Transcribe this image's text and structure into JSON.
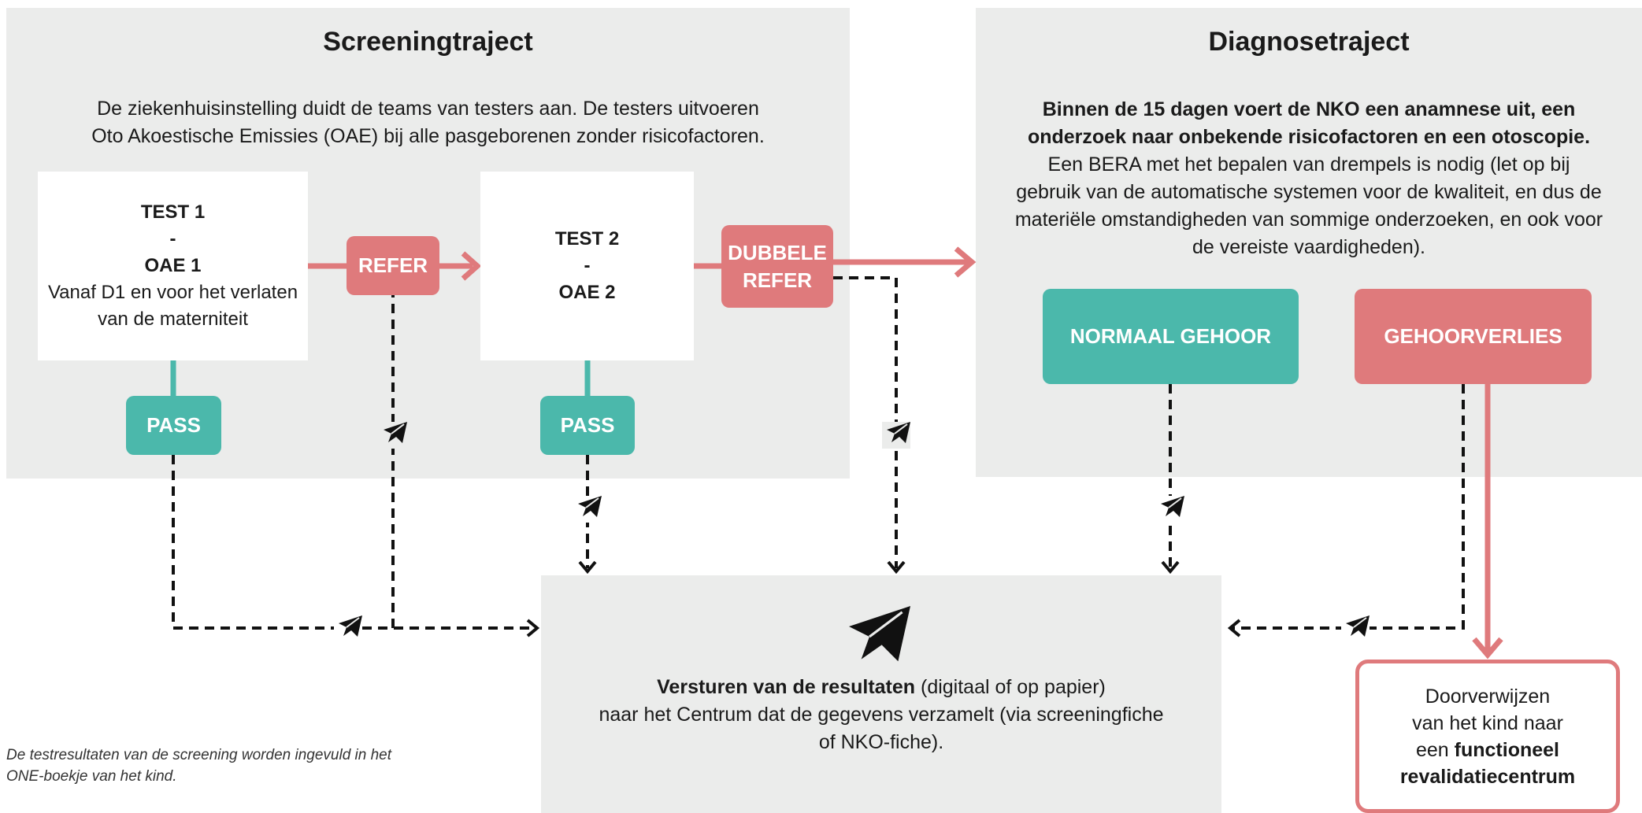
{
  "screening": {
    "title": "Screeningtraject",
    "intro_line1": "De ziekenhuisinstelling duidt de teams van testers aan. De testers uitvoeren",
    "intro_line2": "Oto Akoestische Emissies (OAE) bij alle pasgeborenen zonder risicofactoren.",
    "test1": {
      "line1": "TEST 1",
      "line2": "-",
      "line3": "OAE 1",
      "desc1": "Vanaf D1 en voor het verlaten",
      "desc2": "van de materniteit"
    },
    "test2": {
      "line1": "TEST 2",
      "line2": "-",
      "line3": "OAE 2"
    },
    "pass1": "PASS",
    "pass2": "PASS",
    "refer": "REFER",
    "dubbele_refer_1": "DUBBELE",
    "dubbele_refer_2": "REFER"
  },
  "diagnose": {
    "title": "Diagnosetraject",
    "bold1": "Binnen de 15 dagen voert de NKO een anamnese uit, een",
    "bold2": "onderzoek naar onbekende risicofactoren en een otoscopie.",
    "text1": "Een BERA met het bepalen van drempels is nodig (let op bij",
    "text2": "gebruik van de automatische systemen voor de kwaliteit, en dus de",
    "text3": "materiële omstandigheden van sommige onderzoeken, en ook voor",
    "text4": "de vereiste vaardigheden).",
    "normaal": "NORMAAL GEHOOR",
    "verlies": "GEHOORVERLIES"
  },
  "results": {
    "bold": "Versturen van de resultaten",
    "rest1": " (digitaal of op papier)",
    "line2": "naar het Centrum dat de gegevens verzamelt (via screeningfiche",
    "line3": "of NKO-fiche)."
  },
  "referral": {
    "line1": "Doorverwijzen",
    "line2": "van het kind naar",
    "line3_plain": "een ",
    "line3_bold": "functioneel",
    "line4": "revalidatiecentrum"
  },
  "note": {
    "line1": "De testresultaten van de screening worden ingevuld in het",
    "line2": "ONE-boekje van het kind."
  },
  "colors": {
    "teal": "#4bb8ab",
    "red": "#df7a7c",
    "panel": "#ebeceb"
  },
  "icons": [
    "paper-plane-icon"
  ]
}
